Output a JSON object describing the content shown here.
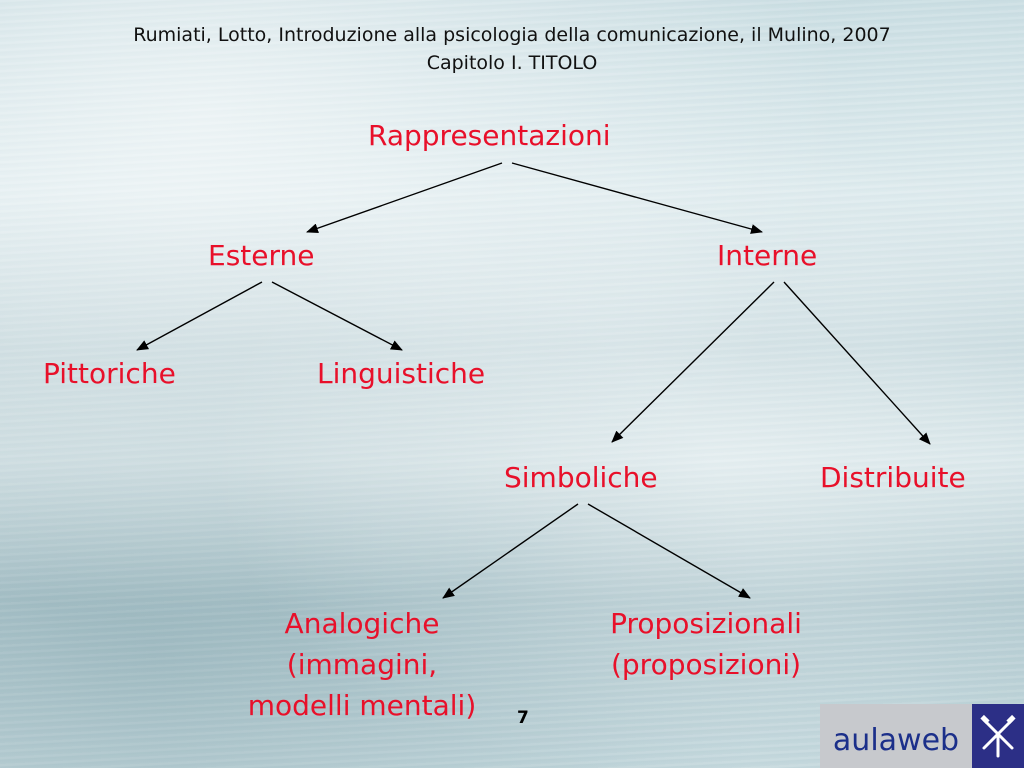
{
  "header": {
    "line1": "Rumiati, Lotto, Introduzione alla psicologia della comunicazione, il Mulino, 2007",
    "line2": "Capitolo I. TITOLO"
  },
  "diagram": {
    "root": "Rappresentazioni",
    "esterne": "Esterne",
    "interne": "Interne",
    "pittoriche": "Pittoriche",
    "linguistiche": "Linguistiche",
    "simboliche": "Simboliche",
    "distribuite": "Distribuite",
    "analogiche": [
      "Analogiche",
      "(immagini,",
      "modelli mentali)"
    ],
    "proposizionali": [
      "Proposizionali",
      "(proposizioni)"
    ]
  },
  "page_number": "7",
  "logo": {
    "text": "aulaweb",
    "icon": "windmill-icon"
  },
  "colors": {
    "node_text": "#e8102a",
    "edge": "#000000",
    "logo_bg": "#c7c9cd",
    "logo_text": "#1b2f8a",
    "logo_mark": "#2c2f86"
  }
}
